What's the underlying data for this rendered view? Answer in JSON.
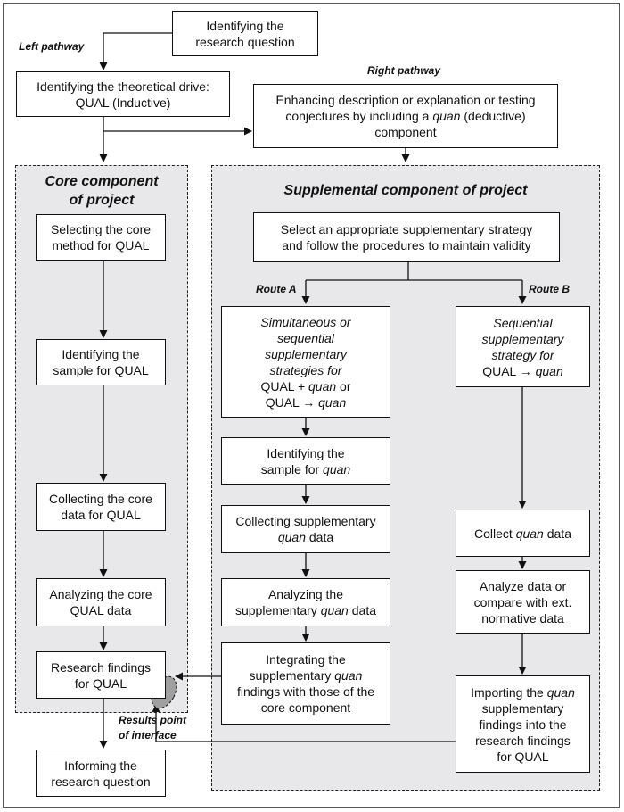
{
  "labels": {
    "left_pathway": "Left pathway",
    "right_pathway": "Right pathway",
    "route_a": "Route A",
    "route_b": "Route B",
    "results_point": "Results point\nof interface"
  },
  "regions": {
    "core_title": "Core component\nof project",
    "supplemental_title": "Supplemental component of project"
  },
  "nodes": {
    "research_question": {
      "text": "Identifying the\nresearch question"
    },
    "theoretical_drive": {
      "text": "Identifying the theoretical drive:\nQUAL (Inductive)"
    },
    "enhancing": {
      "html": "Enhancing description or explanation or testing<br>conjectures by including a <i>quan</i> (deductive)<br>component"
    },
    "select_core": {
      "text": "Selecting the core\nmethod for QUAL"
    },
    "sample_qual": {
      "text": "Identifying the\nsample for QUAL"
    },
    "collect_core": {
      "text": "Collecting the core\ndata for QUAL"
    },
    "analyze_core": {
      "text": "Analyzing the core\nQUAL data"
    },
    "findings_qual": {
      "text": "Research findings\nfor QUAL"
    },
    "informing": {
      "text": "Informing the\nresearch question"
    },
    "select_supp": {
      "text": "Select an appropriate supplementary strategy\nand follow the procedures to maintain validity"
    },
    "route_a_strategies": {
      "html": "<i>Simultaneous or<br>sequential<br>supplementary<br>strategies for</i><br>QUAL + <i>quan</i> or<br>QUAL → <i>quan</i>"
    },
    "route_b_strategy": {
      "html": "<i>Sequential<br>supplementary<br>strategy for</i><br>QUAL → <i>quan</i>"
    },
    "sample_quan": {
      "html": "Identifying the<br>sample for <i>quan</i>"
    },
    "collect_supp": {
      "html": "Collecting supplementary<br><i>quan</i> data"
    },
    "analyze_supp": {
      "html": "Analyzing the<br>supplementary <i>quan</i> data"
    },
    "integrating": {
      "html": "Integrating the<br>supplementary <i>quan</i><br>findings with those of the<br>core component"
    },
    "collect_quan": {
      "html": "Collect <i>quan</i> data"
    },
    "analyze_normative": {
      "text": "Analyze data or\ncompare with ext.\nnormative data"
    },
    "importing": {
      "html": "Importing the <i>quan</i><br>supplementary<br>findings into the<br>research findings<br>for QUAL"
    }
  },
  "colors": {
    "region_fill": "#e8e8ea",
    "interface_marker": "#a0a0a0",
    "line": "#111111"
  }
}
